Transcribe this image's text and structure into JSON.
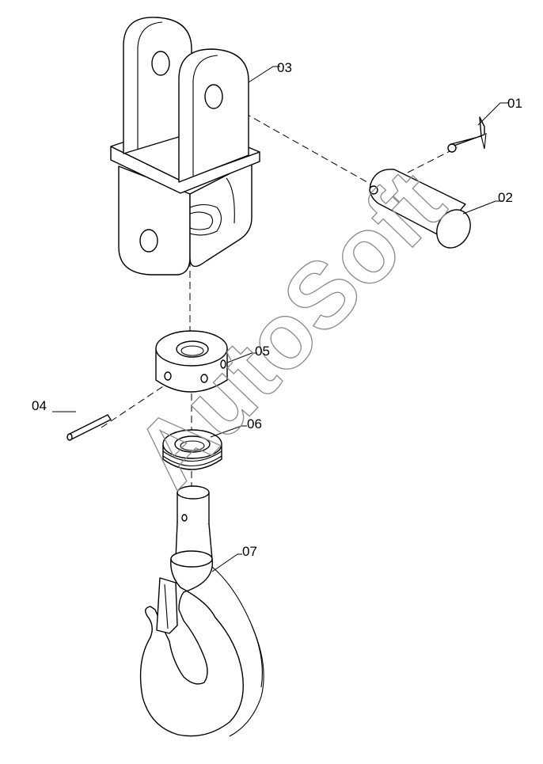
{
  "watermark": "AutoSoft",
  "labels": {
    "p01": "01",
    "p02": "02",
    "p03": "03",
    "p04": "04",
    "p05": "05",
    "p06": "06",
    "p07": "07"
  }
}
